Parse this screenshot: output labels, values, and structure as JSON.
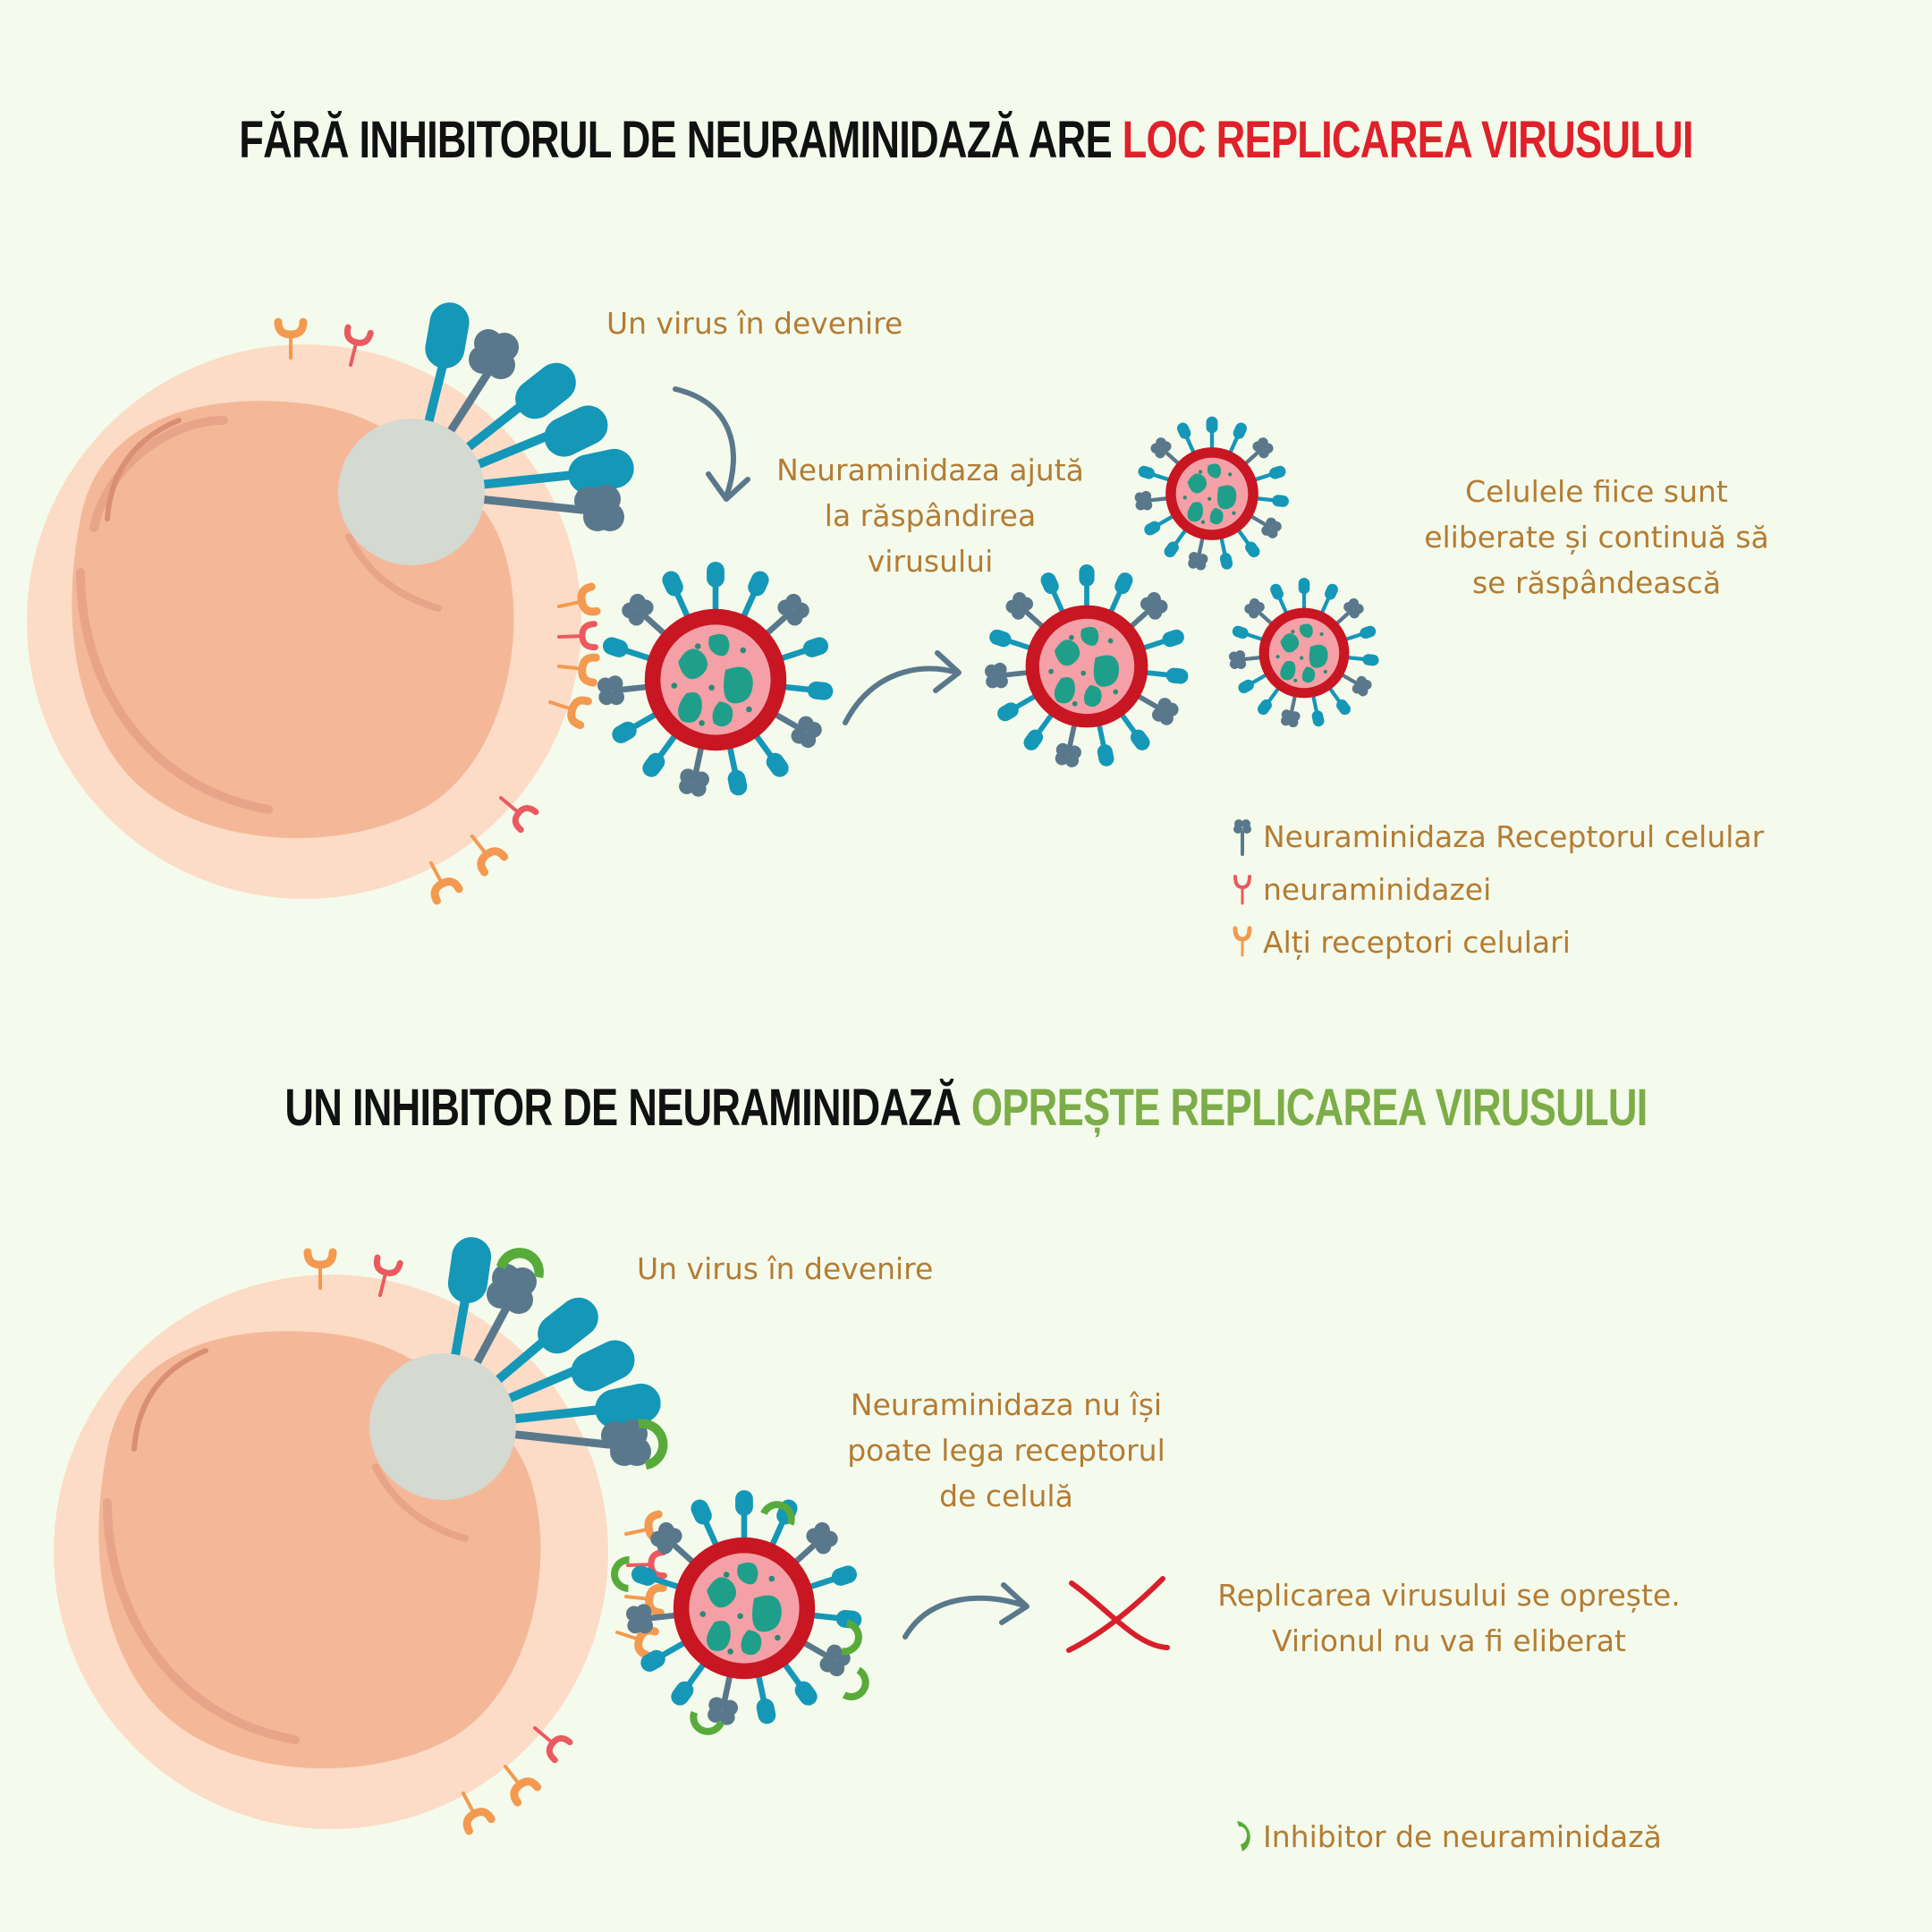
{
  "top": {
    "title_prefix": "Fără inhibitorul de neuraminidază are ",
    "title_highlight": "loc replicarea virusului",
    "label_budding": "Un virus în devenire",
    "label_helps_line1": "Neuraminidaza ajută",
    "label_helps_line2": "la răspândirea",
    "label_helps_line3": "virusului",
    "label_daughter_line1": "Celulele fiice sunt",
    "label_daughter_line2": "eliberate și continuă să",
    "label_daughter_line3": "se răspândească",
    "legend": {
      "neuraminidase": "Neuraminidaza Receptorul celular",
      "na_receptor": "neuraminidazei",
      "other_receptors": "Alți receptori celulari"
    }
  },
  "bottom": {
    "title_prefix": "Un inhibitor de neuraminidază ",
    "title_highlight": "oprește replicarea virusului",
    "label_budding": "Un virus în devenire",
    "label_cannot_line1": "Neuraminidaza nu își",
    "label_cannot_line2": "poate lega receptorul",
    "label_cannot_line3": "de celulă",
    "label_stops_line1": "Replicarea virusului se oprește.",
    "label_stops_line2": "Virionul nu va fi eliberat",
    "legend": {
      "inhibitor": "Inhibitor de neuraminidază"
    }
  },
  "colors": {
    "cell_outer": "#fcdcc6",
    "cell_inner": "#f4b898",
    "virus_red": "#c81622",
    "virus_pink": "#f4a0a6",
    "spike_teal": "#1597b8",
    "neuraminidase_slate": "#5a788c",
    "receptor_orange": "#f39a50",
    "receptor_red": "#ea5a60",
    "inhibitor_green": "#58ab3a",
    "arrow": "#5a788c",
    "cross": "#d81f2c"
  }
}
